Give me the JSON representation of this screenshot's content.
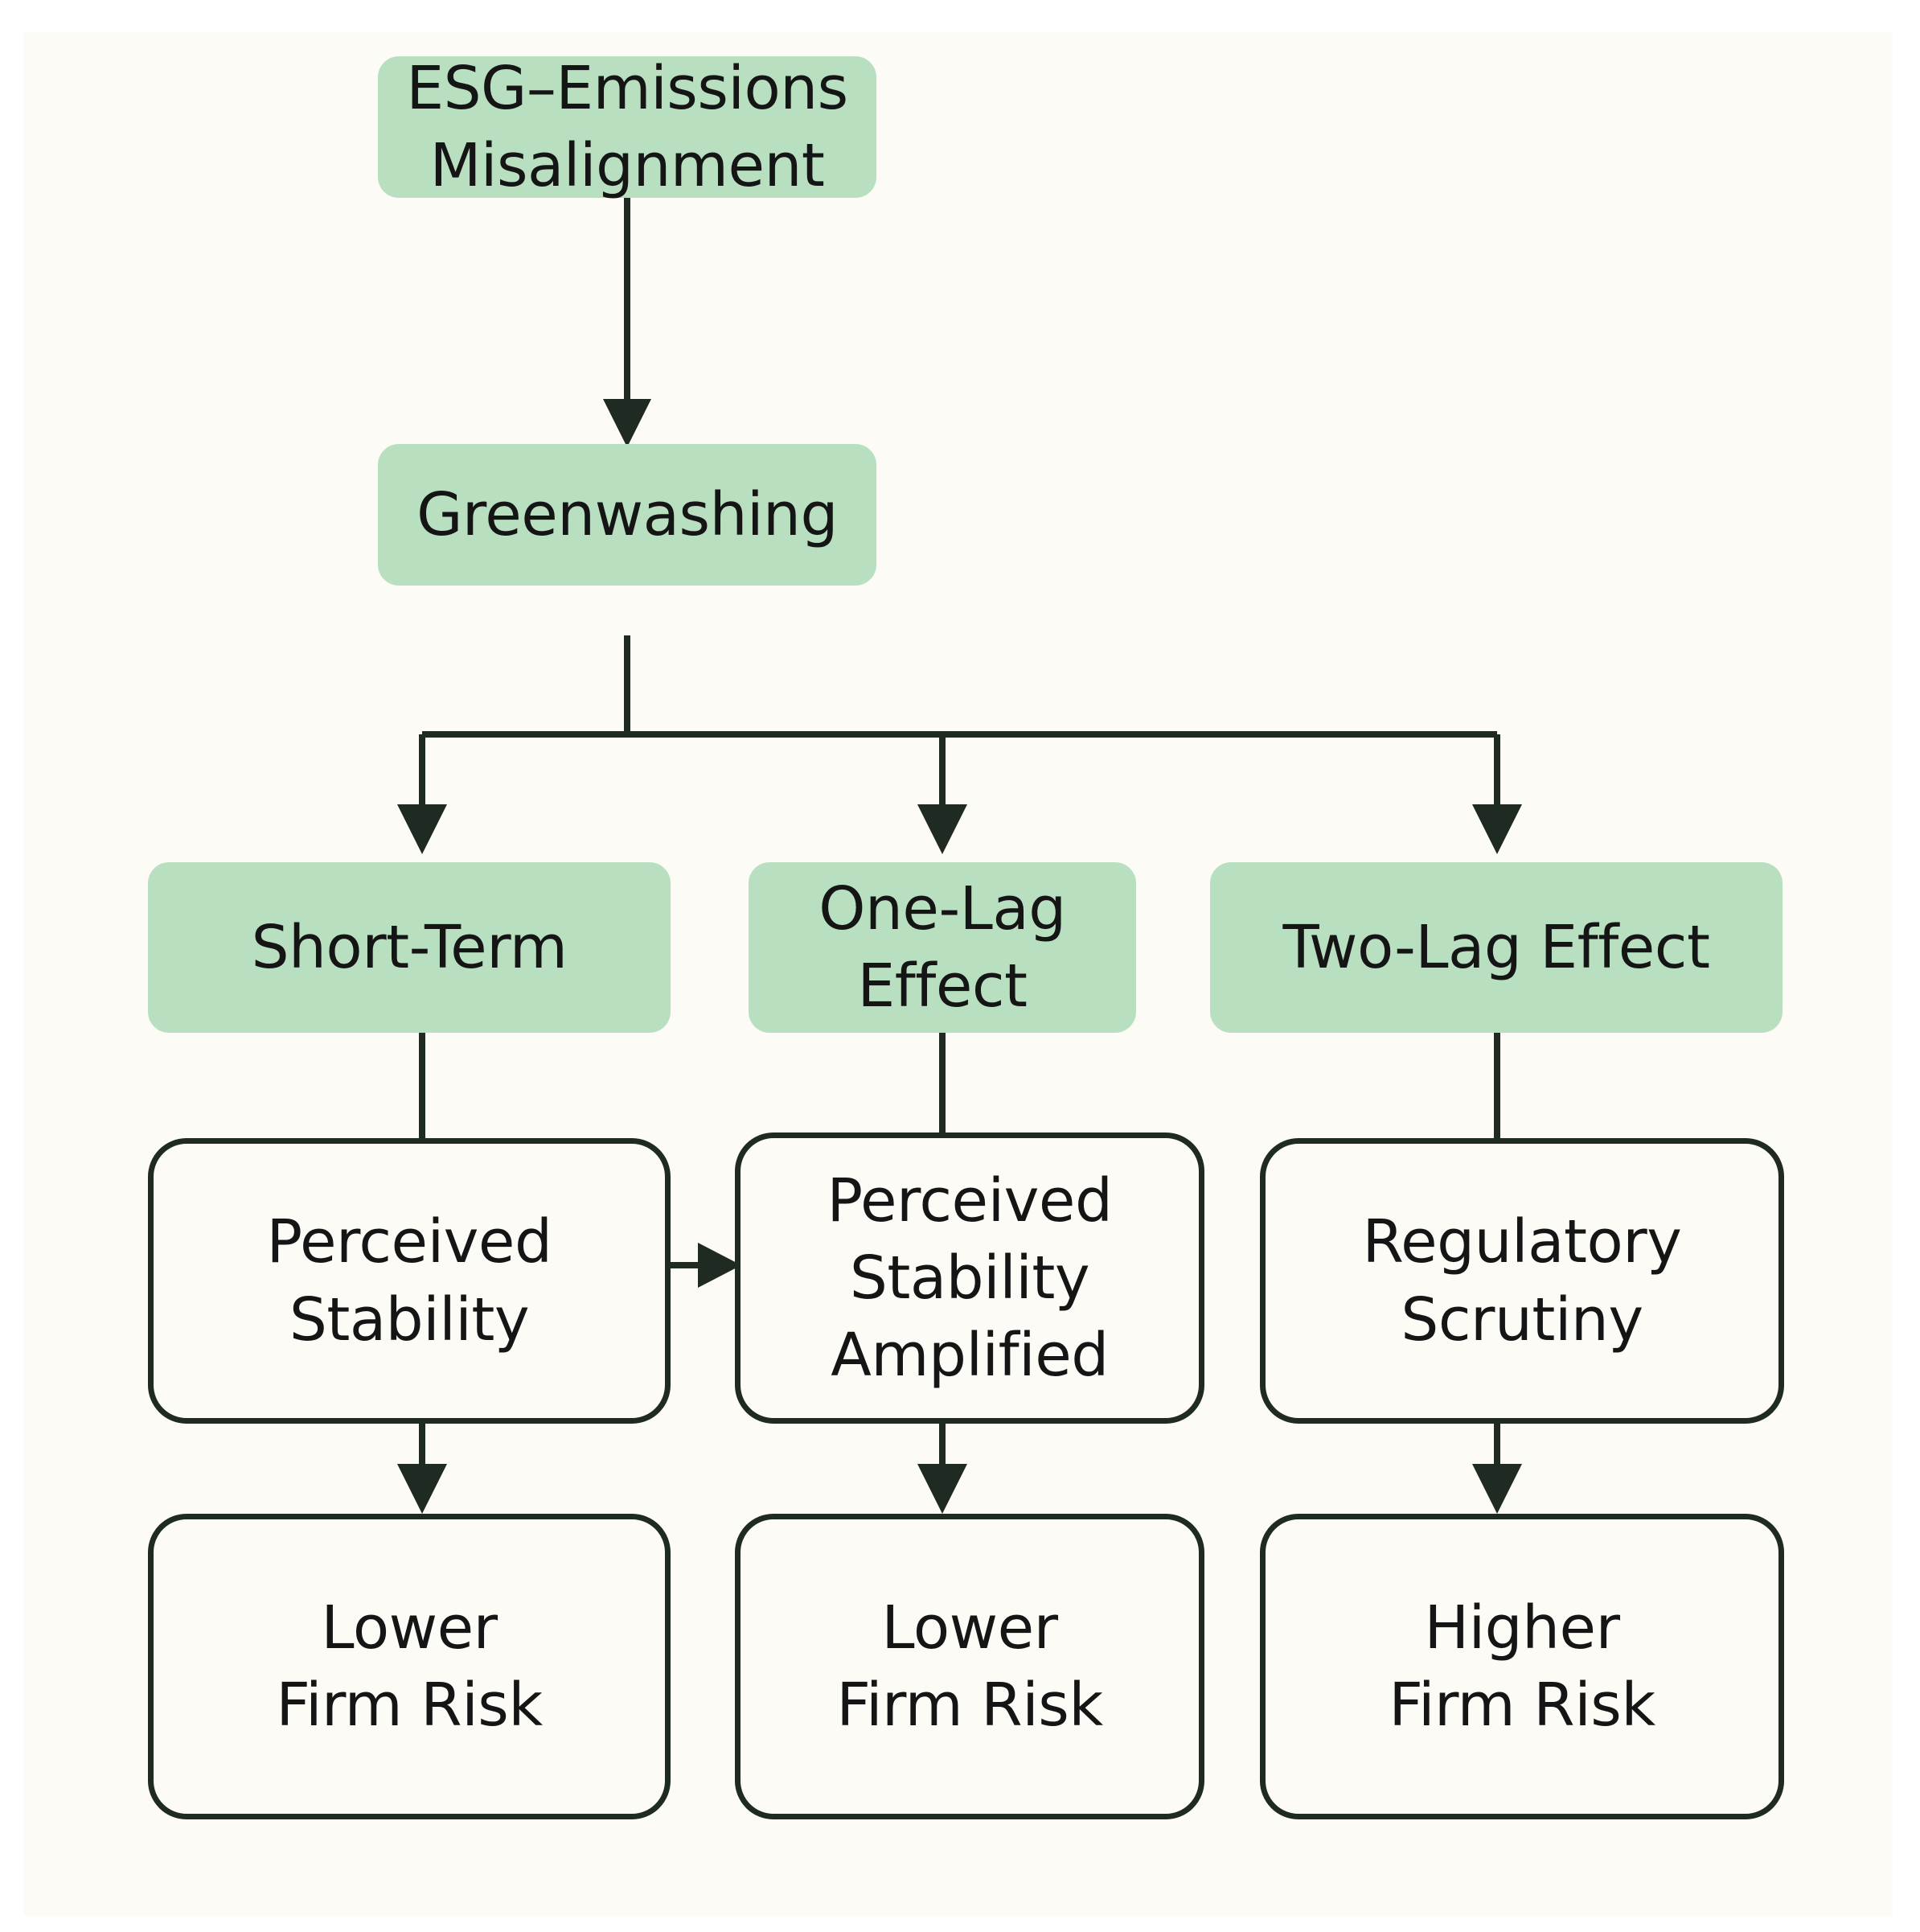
{
  "figure": {
    "type": "flowchart",
    "orientation": "top-down",
    "background_color": "#FCFBF6",
    "page_color": "#FFFFFF",
    "node_fill_green": "#B8E0C0",
    "node_fill_white": "#FCFBF6",
    "stroke_color": "#1E2A22",
    "text_color": "#151515"
  },
  "nodes": {
    "misalignment": {
      "label": "ESG–Emissions\nMisalignment",
      "style": "green",
      "level": 1
    },
    "greenwashing": {
      "label": "Greenwashing",
      "style": "green",
      "level": 2
    },
    "short_term": {
      "label": "Short-Term",
      "style": "green",
      "level": 3
    },
    "one_lag": {
      "label": "One-Lag\nEffect",
      "style": "green",
      "level": 3
    },
    "two_lag": {
      "label": "Two-Lag Effect",
      "style": "green",
      "level": 3
    },
    "perceived_stability": {
      "label": "Perceived\nStability",
      "style": "white",
      "level": 4
    },
    "perceived_amplified": {
      "label": "Perceived\nStability\nAmplified",
      "style": "white",
      "level": 4
    },
    "regulatory_scrutiny": {
      "label": "Regulatory\nScrutiny",
      "style": "white",
      "level": 4
    },
    "lower_risk_1": {
      "label": "Lower\nFirm Risk",
      "style": "white",
      "level": 5
    },
    "lower_risk_2": {
      "label": "Lower\nFirm Risk",
      "style": "white",
      "level": 5
    },
    "higher_risk": {
      "label": "Higher\nFirm Risk",
      "style": "white",
      "level": 5
    }
  },
  "edges": [
    {
      "from": "misalignment",
      "to": "greenwashing",
      "kind": "straight-down",
      "arrow": true
    },
    {
      "from": "greenwashing",
      "to": "short_term",
      "kind": "elbow-left",
      "arrow": true
    },
    {
      "from": "greenwashing",
      "to": "one_lag",
      "kind": "straight-down",
      "arrow": true
    },
    {
      "from": "greenwashing",
      "to": "two_lag",
      "kind": "elbow-right",
      "arrow": true
    },
    {
      "from": "short_term",
      "to": "perceived_stability",
      "kind": "straight-down",
      "arrow": false
    },
    {
      "from": "one_lag",
      "to": "perceived_amplified",
      "kind": "straight-down",
      "arrow": false
    },
    {
      "from": "two_lag",
      "to": "regulatory_scrutiny",
      "kind": "straight-down",
      "arrow": false
    },
    {
      "from": "perceived_stability",
      "to": "perceived_amplified",
      "kind": "horizontal-right",
      "arrow": true
    },
    {
      "from": "perceived_stability",
      "to": "lower_risk_1",
      "kind": "straight-down",
      "arrow": true
    },
    {
      "from": "perceived_amplified",
      "to": "lower_risk_2",
      "kind": "straight-down",
      "arrow": true
    },
    {
      "from": "regulatory_scrutiny",
      "to": "higher_risk",
      "kind": "straight-down",
      "arrow": true
    }
  ]
}
